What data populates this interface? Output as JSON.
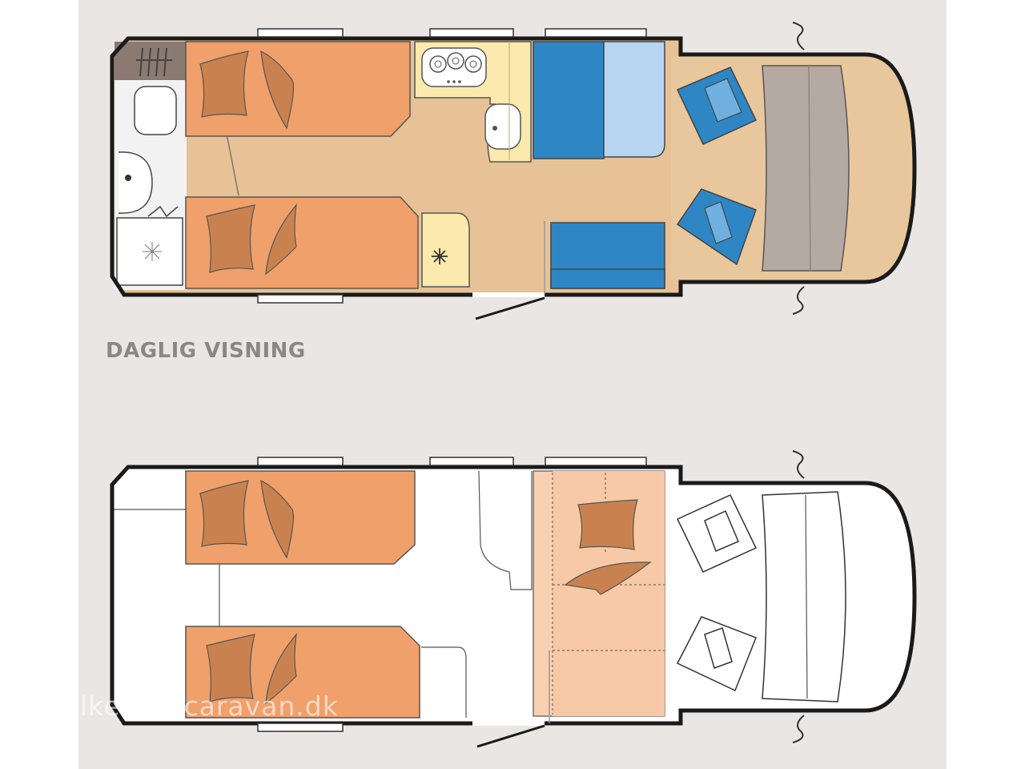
{
  "caption": "DAGLIG VISNING",
  "watermark": "lkeborgcaravan.dk",
  "colors": {
    "background": "#e9e6e3",
    "wall": "#1a1a1a",
    "bed": "#f0a06a",
    "pillow": "#c9824f",
    "floor": "#e7c296",
    "kitchen": "#fbe9ad",
    "seat_dark": "#2f86c4",
    "seat_light": "#b7d4f0",
    "dashboard": "#b5aaa2",
    "extension_bed": "#f8d0b2"
  },
  "plans": [
    {
      "name": "day-layout",
      "label": "DAGLIG VISNING"
    },
    {
      "name": "night-layout",
      "label": ""
    }
  ]
}
